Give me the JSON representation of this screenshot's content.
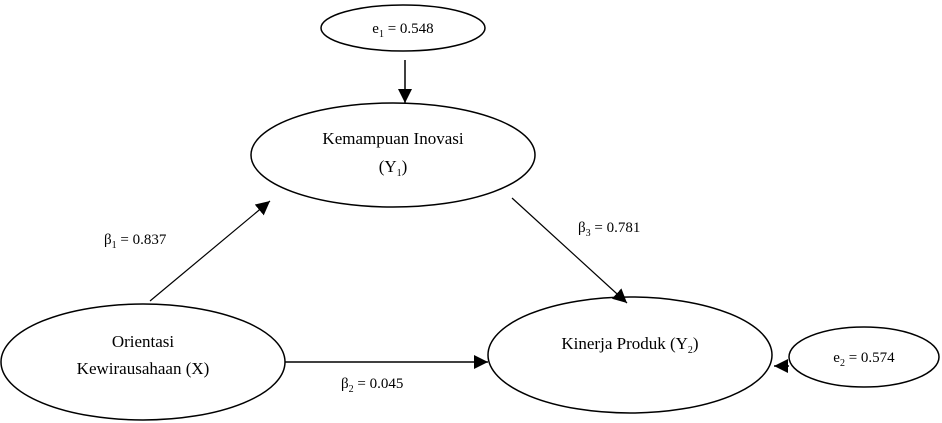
{
  "nodes": {
    "y1": {
      "line1": "Kemampuan Inovasi",
      "line2_prefix": "(Y",
      "line2_sub": "1",
      "line2_suffix": ")"
    },
    "x": {
      "line1": "Orientasi",
      "line2": "Kewirausahaan (X)"
    },
    "y2": {
      "prefix": "Kinerja Produk (Y",
      "sub": "2",
      "suffix": ")"
    }
  },
  "errors": {
    "e1": {
      "symbol": "e",
      "sub": "1",
      "value": " = 0.548"
    },
    "e2": {
      "symbol": "e",
      "sub": "2",
      "value": " = 0.574"
    }
  },
  "paths": {
    "b1": {
      "symbol": "β",
      "sub": "1",
      "value": " = 0.837"
    },
    "b2": {
      "symbol": "β",
      "sub": "2",
      "value": " = 0.045"
    },
    "b3": {
      "symbol": "β",
      "sub": "3",
      "value": " = 0.781"
    }
  }
}
